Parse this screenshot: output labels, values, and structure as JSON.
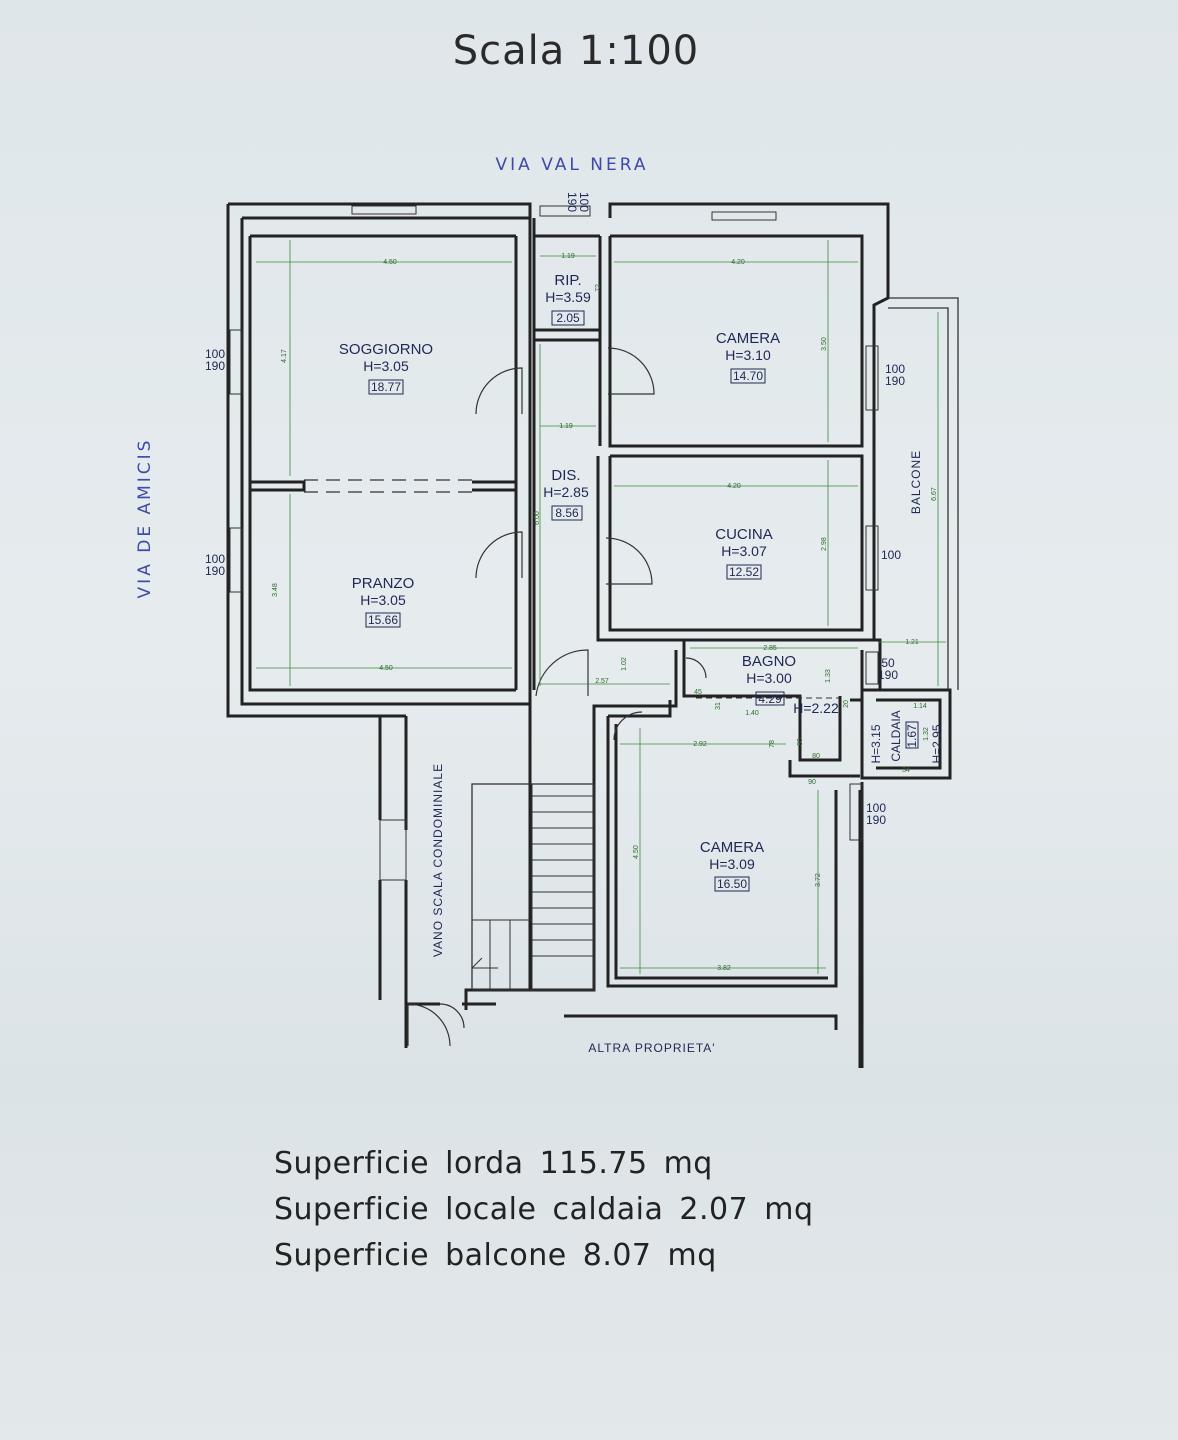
{
  "title": "Scala 1:100",
  "streets": {
    "top": "VIA VAL NERA",
    "left": "VIA DE AMICIS",
    "bottom": "ALTRA PROPRIETA'",
    "stair": "VANO SCALA CONDOMINIALE",
    "balcony": "BALCONE"
  },
  "rooms": [
    {
      "id": "soggiorno",
      "name": "SOGGIORNO",
      "height": "H=3.05",
      "area": "18.77"
    },
    {
      "id": "pranzo",
      "name": "PRANZO",
      "height": "H=3.05",
      "area": "15.66"
    },
    {
      "id": "rip",
      "name": "RIP.",
      "height": "H=3.59",
      "area": "2.05"
    },
    {
      "id": "dis",
      "name": "DIS.",
      "height": "H=2.85",
      "area": "8.56"
    },
    {
      "id": "camera1",
      "name": "CAMERA",
      "height": "H=3.10",
      "area": "14.70"
    },
    {
      "id": "cucina",
      "name": "CUCINA",
      "height": "H=3.07",
      "area": "12.52"
    },
    {
      "id": "bagno",
      "name": "BAGNO",
      "height": "H=3.00",
      "area": "4.29"
    },
    {
      "id": "camera2",
      "name": "CAMERA",
      "height": "H=3.09",
      "area": "16.50"
    },
    {
      "id": "caldaia",
      "name": "CALDAIA",
      "height": "H=3.15",
      "area": "1.67"
    }
  ],
  "extra_heights": {
    "bagno_low": "H=2.22",
    "caldaia_right": "H=2.95"
  },
  "windows": {
    "w1_top": "100",
    "w1_bot": "190",
    "w2_top": "100",
    "w2_bot": "190",
    "w3_top": "100",
    "w3_bot": "190",
    "w4": "100",
    "w5_top": "50",
    "w5_bot": "190",
    "w6_top": "100",
    "w6_bot": "190",
    "top_window": "190",
    "top_window2": "100"
  },
  "dimensions": {
    "soggiorno_w": "4.50",
    "soggiorno_h": "4.17",
    "pranzo_w": "4.50",
    "pranzo_h": "3.48",
    "rip_w": "1.19",
    "rip_h": "72",
    "dis_w": "1.19",
    "dis_h": "6.00",
    "camera1_w": "4.20",
    "camera1_h": "3.50",
    "cucina_w": "4.20",
    "cucina_h": "2.98",
    "bagno_w": "2.85",
    "bagno_h": "1.33",
    "bagno_d1": "1.02",
    "bagno_d2": "2.57",
    "camera2_w": "2.92",
    "camera2_h": "4.50",
    "camera2_bottom": "3.82",
    "camera2_r": "3.72",
    "balcone_h": "6.67",
    "balcone_w": "1.21",
    "misc_140": "1.40",
    "misc_45": "45",
    "misc_80a": "80",
    "misc_80b": "80",
    "misc_90": "90",
    "misc_78": "78",
    "misc_114": "1.14",
    "misc_31": "31",
    "misc_20": "20",
    "misc_34": "34",
    "misc_132": "1.32"
  },
  "summary": [
    "Superficie lorda 115.75 mq",
    "Superficie locale caldaia 2.07 mq",
    "Superficie balcone 8.07 mq"
  ]
}
